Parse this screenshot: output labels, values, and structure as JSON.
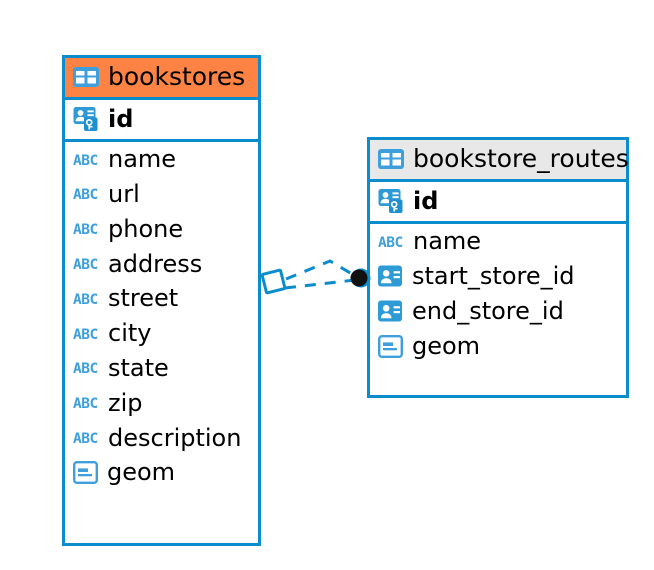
{
  "diagram": {
    "type": "entity-relationship-diagram",
    "background_color": "#ffffff",
    "accent_blue": "#0a8ccd",
    "accent_orange": "#fd8345",
    "header_gray": "#e8e8e8"
  },
  "tables": [
    {
      "name": "bookstores",
      "header_color": "#fd8345",
      "primary_key": {
        "name": "id",
        "icon": "primary-key-icon"
      },
      "fields": [
        {
          "name": "name",
          "icon": "abc-text-icon"
        },
        {
          "name": "url",
          "icon": "abc-text-icon"
        },
        {
          "name": "phone",
          "icon": "abc-text-icon"
        },
        {
          "name": "address",
          "icon": "abc-text-icon"
        },
        {
          "name": "street",
          "icon": "abc-text-icon"
        },
        {
          "name": "city",
          "icon": "abc-text-icon"
        },
        {
          "name": "state",
          "icon": "abc-text-icon"
        },
        {
          "name": "zip",
          "icon": "abc-text-icon"
        },
        {
          "name": "description",
          "icon": "abc-text-icon"
        },
        {
          "name": "geom",
          "icon": "geometry-icon"
        }
      ]
    },
    {
      "name": "bookstore_routes",
      "header_color": "#e8e8e8",
      "primary_key": {
        "name": "id",
        "icon": "primary-key-icon"
      },
      "fields": [
        {
          "name": "name",
          "icon": "abc-text-icon"
        },
        {
          "name": "start_store_id",
          "icon": "foreign-key-icon"
        },
        {
          "name": "end_store_id",
          "icon": "foreign-key-icon"
        },
        {
          "name": "geom",
          "icon": "geometry-icon"
        }
      ]
    }
  ],
  "relationship": {
    "from_table": "bookstores",
    "to_table": "bookstore_routes",
    "line_style": "dashed",
    "line_color": "#0a8ccd",
    "source_marker": "diamond-marker",
    "target_marker": "filled-circle-marker"
  }
}
